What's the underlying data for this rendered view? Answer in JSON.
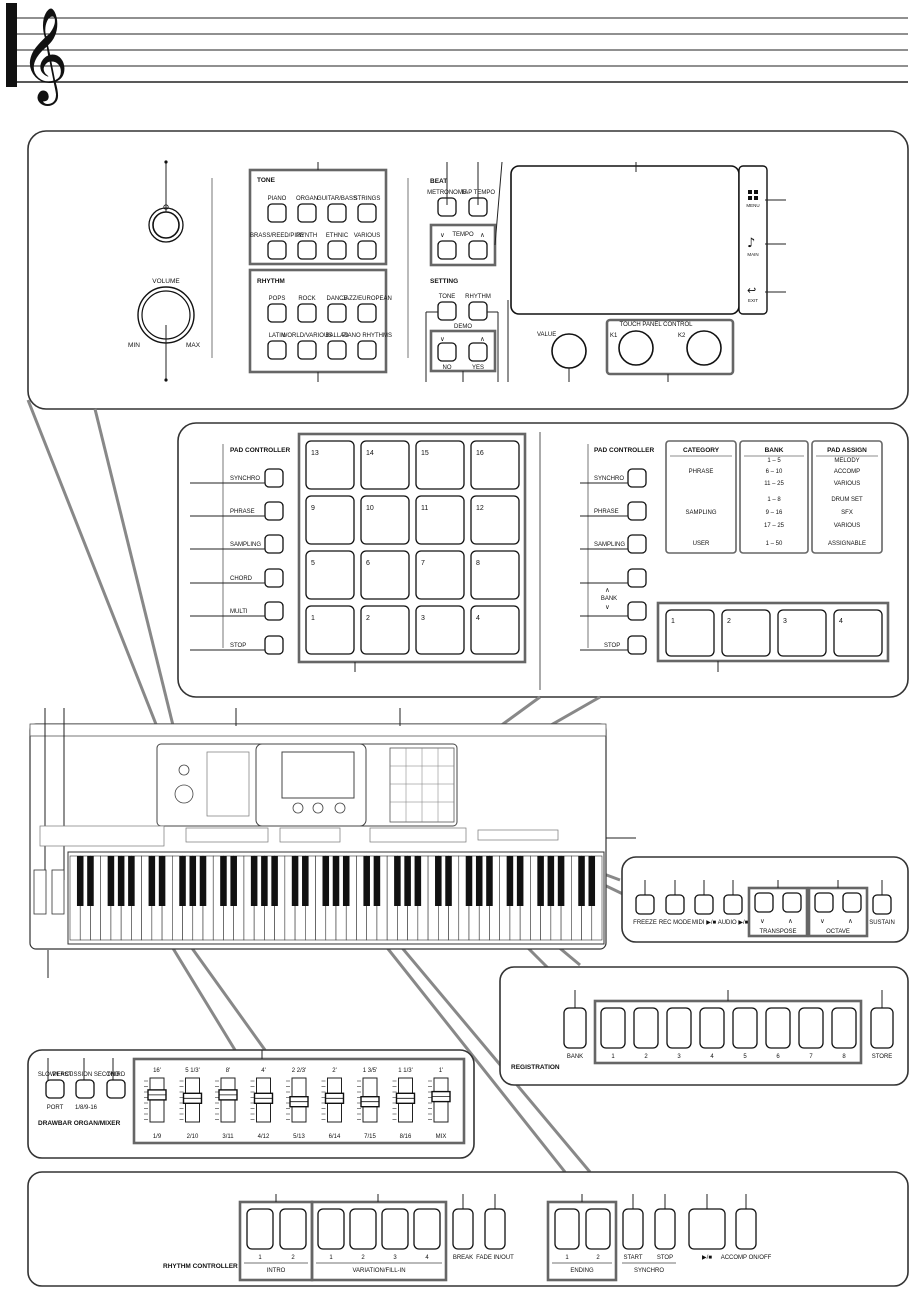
{
  "panel_top": {
    "tone": {
      "title": "TONE",
      "buttons": [
        "PIANO",
        "ORGAN",
        "GUITAR/BASS",
        "STRINGS",
        "BRASS/REED/PIPE",
        "SYNTH",
        "ETHNIC",
        "VARIOUS"
      ]
    },
    "rhythm": {
      "title": "RHYTHM",
      "buttons": [
        "POPS",
        "ROCK",
        "DANCE",
        "JAZZ/EUROPEAN",
        "LATIN",
        "WORLD/VARIOUS",
        "BALLAD",
        "PIANO RHYTHMS"
      ]
    },
    "volume": {
      "label": "VOLUME",
      "min": "MIN",
      "max": "MAX"
    },
    "beat": {
      "title": "BEAT",
      "metronome": "METRONOME",
      "tap_tempo": "TAP TEMPO",
      "tempo": "TEMPO"
    },
    "setting": {
      "title": "SETTING",
      "tone": "TONE",
      "rhythm": "RHYTHM",
      "demo": "DEMO",
      "no": "NO",
      "yes": "YES"
    },
    "display": {
      "menu": "MENU",
      "main": "MAIN",
      "exit": "EXIT",
      "touch_panel": "TOUCH PANEL CONTROL",
      "value": "VALUE",
      "k1": "K1",
      "k2": "K2"
    }
  },
  "pad_controller_left": {
    "title": "PAD CONTROLLER",
    "buttons": [
      "SYNCHRO",
      "PHRASE",
      "SAMPLING",
      "CHORD",
      "MULTI",
      "STOP"
    ],
    "pads": [
      "13",
      "14",
      "15",
      "16",
      "9",
      "10",
      "11",
      "12",
      "5",
      "6",
      "7",
      "8",
      "1",
      "2",
      "3",
      "4"
    ]
  },
  "pad_controller_right": {
    "title": "PAD CONTROLLER",
    "buttons": [
      "SYNCHRO",
      "PHRASE",
      "SAMPLING",
      "BANK",
      "STOP"
    ],
    "pads": [
      "1",
      "2",
      "3",
      "4"
    ],
    "table": {
      "category_header": "CATEGORY",
      "bank_header": "BANK",
      "assign_header": "PAD ASSIGN",
      "categories": [
        "PHRASE",
        "SAMPLING",
        "USER"
      ],
      "banks": [
        "1 – 5",
        "6 – 10",
        "11 – 25",
        "1 – 8",
        "9 – 16",
        "17 – 25",
        "1 – 50"
      ],
      "assigns": [
        "MELODY",
        "ACCOMP",
        "VARIOUS",
        "DRUM SET",
        "SFX",
        "VARIOUS",
        "ASSIGNABLE"
      ]
    }
  },
  "right_buttons": {
    "freeze": "FREEZE",
    "rec_mode": "REC MODE",
    "midi": "MIDI ▶/■",
    "audio": "AUDIO ▶/■",
    "transpose": "TRANSPOSE",
    "octave": "OCTAVE",
    "sustain": "SUSTAIN"
  },
  "registration": {
    "title": "REGISTRATION",
    "bank": "BANK",
    "numbers": [
      "1",
      "2",
      "3",
      "4",
      "5",
      "6",
      "7",
      "8"
    ],
    "store": "STORE"
  },
  "drawbar": {
    "title": "DRAWBAR ORGAN/MIXER",
    "slow_fast": "SLOW/FAST",
    "port": "PORT",
    "percussion": "PERCUSSION SECOND",
    "ratio": "1/8/9-16",
    "third": "THIRD",
    "top_labels": [
      "16'",
      "5 1/3'",
      "8'",
      "4'",
      "2 2/3'",
      "2'",
      "1 3/5'",
      "1 1/3'",
      "1'"
    ],
    "bottom_labels": [
      "1/9",
      "2/10",
      "3/11",
      "4/12",
      "5/13",
      "6/14",
      "7/15",
      "8/16",
      "MIX"
    ],
    "levels": [
      0.35,
      0.45,
      0.35,
      0.45,
      0.55,
      0.45,
      0.55,
      0.45,
      0.4
    ]
  },
  "rhythm_controller": {
    "title": "RHYTHM CONTROLLER",
    "intro": "INTRO",
    "intro_nums": [
      "1",
      "2"
    ],
    "variation": "VARIATION/FILL-IN",
    "variation_nums": [
      "1",
      "2",
      "3",
      "4"
    ],
    "break": "BREAK",
    "fade": "FADE IN/OUT",
    "ending": "ENDING",
    "ending_nums": [
      "1",
      "2"
    ],
    "start": "START",
    "stop": "STOP",
    "synchro": "SYNCHRO",
    "play_stop": "▶/■",
    "accomp": "ACCOMP ON/OFF"
  }
}
